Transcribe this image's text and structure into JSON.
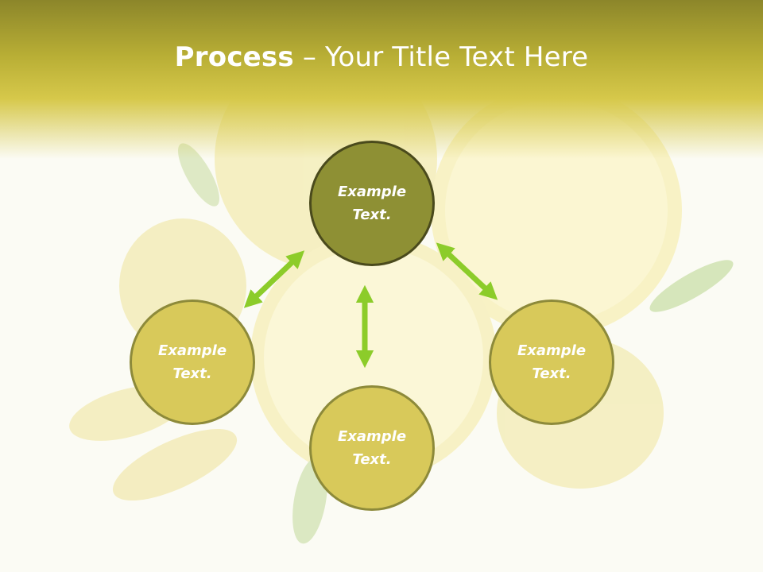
{
  "title": {
    "bold": "Process",
    "separator": " – ",
    "rest": "Your Title Text Here"
  },
  "nodes": {
    "center": "Example\nText.",
    "left": "Example\nText.",
    "right": "Example\nText.",
    "bottom": "Example\nText."
  },
  "colors": {
    "title_band": "#b8ae35",
    "center_fill": "#8e9034",
    "center_border": "#4a4a1c",
    "side_fill": "#d8c95a",
    "side_border": "#8d8a3a",
    "arrow": "#8ccc2a"
  }
}
